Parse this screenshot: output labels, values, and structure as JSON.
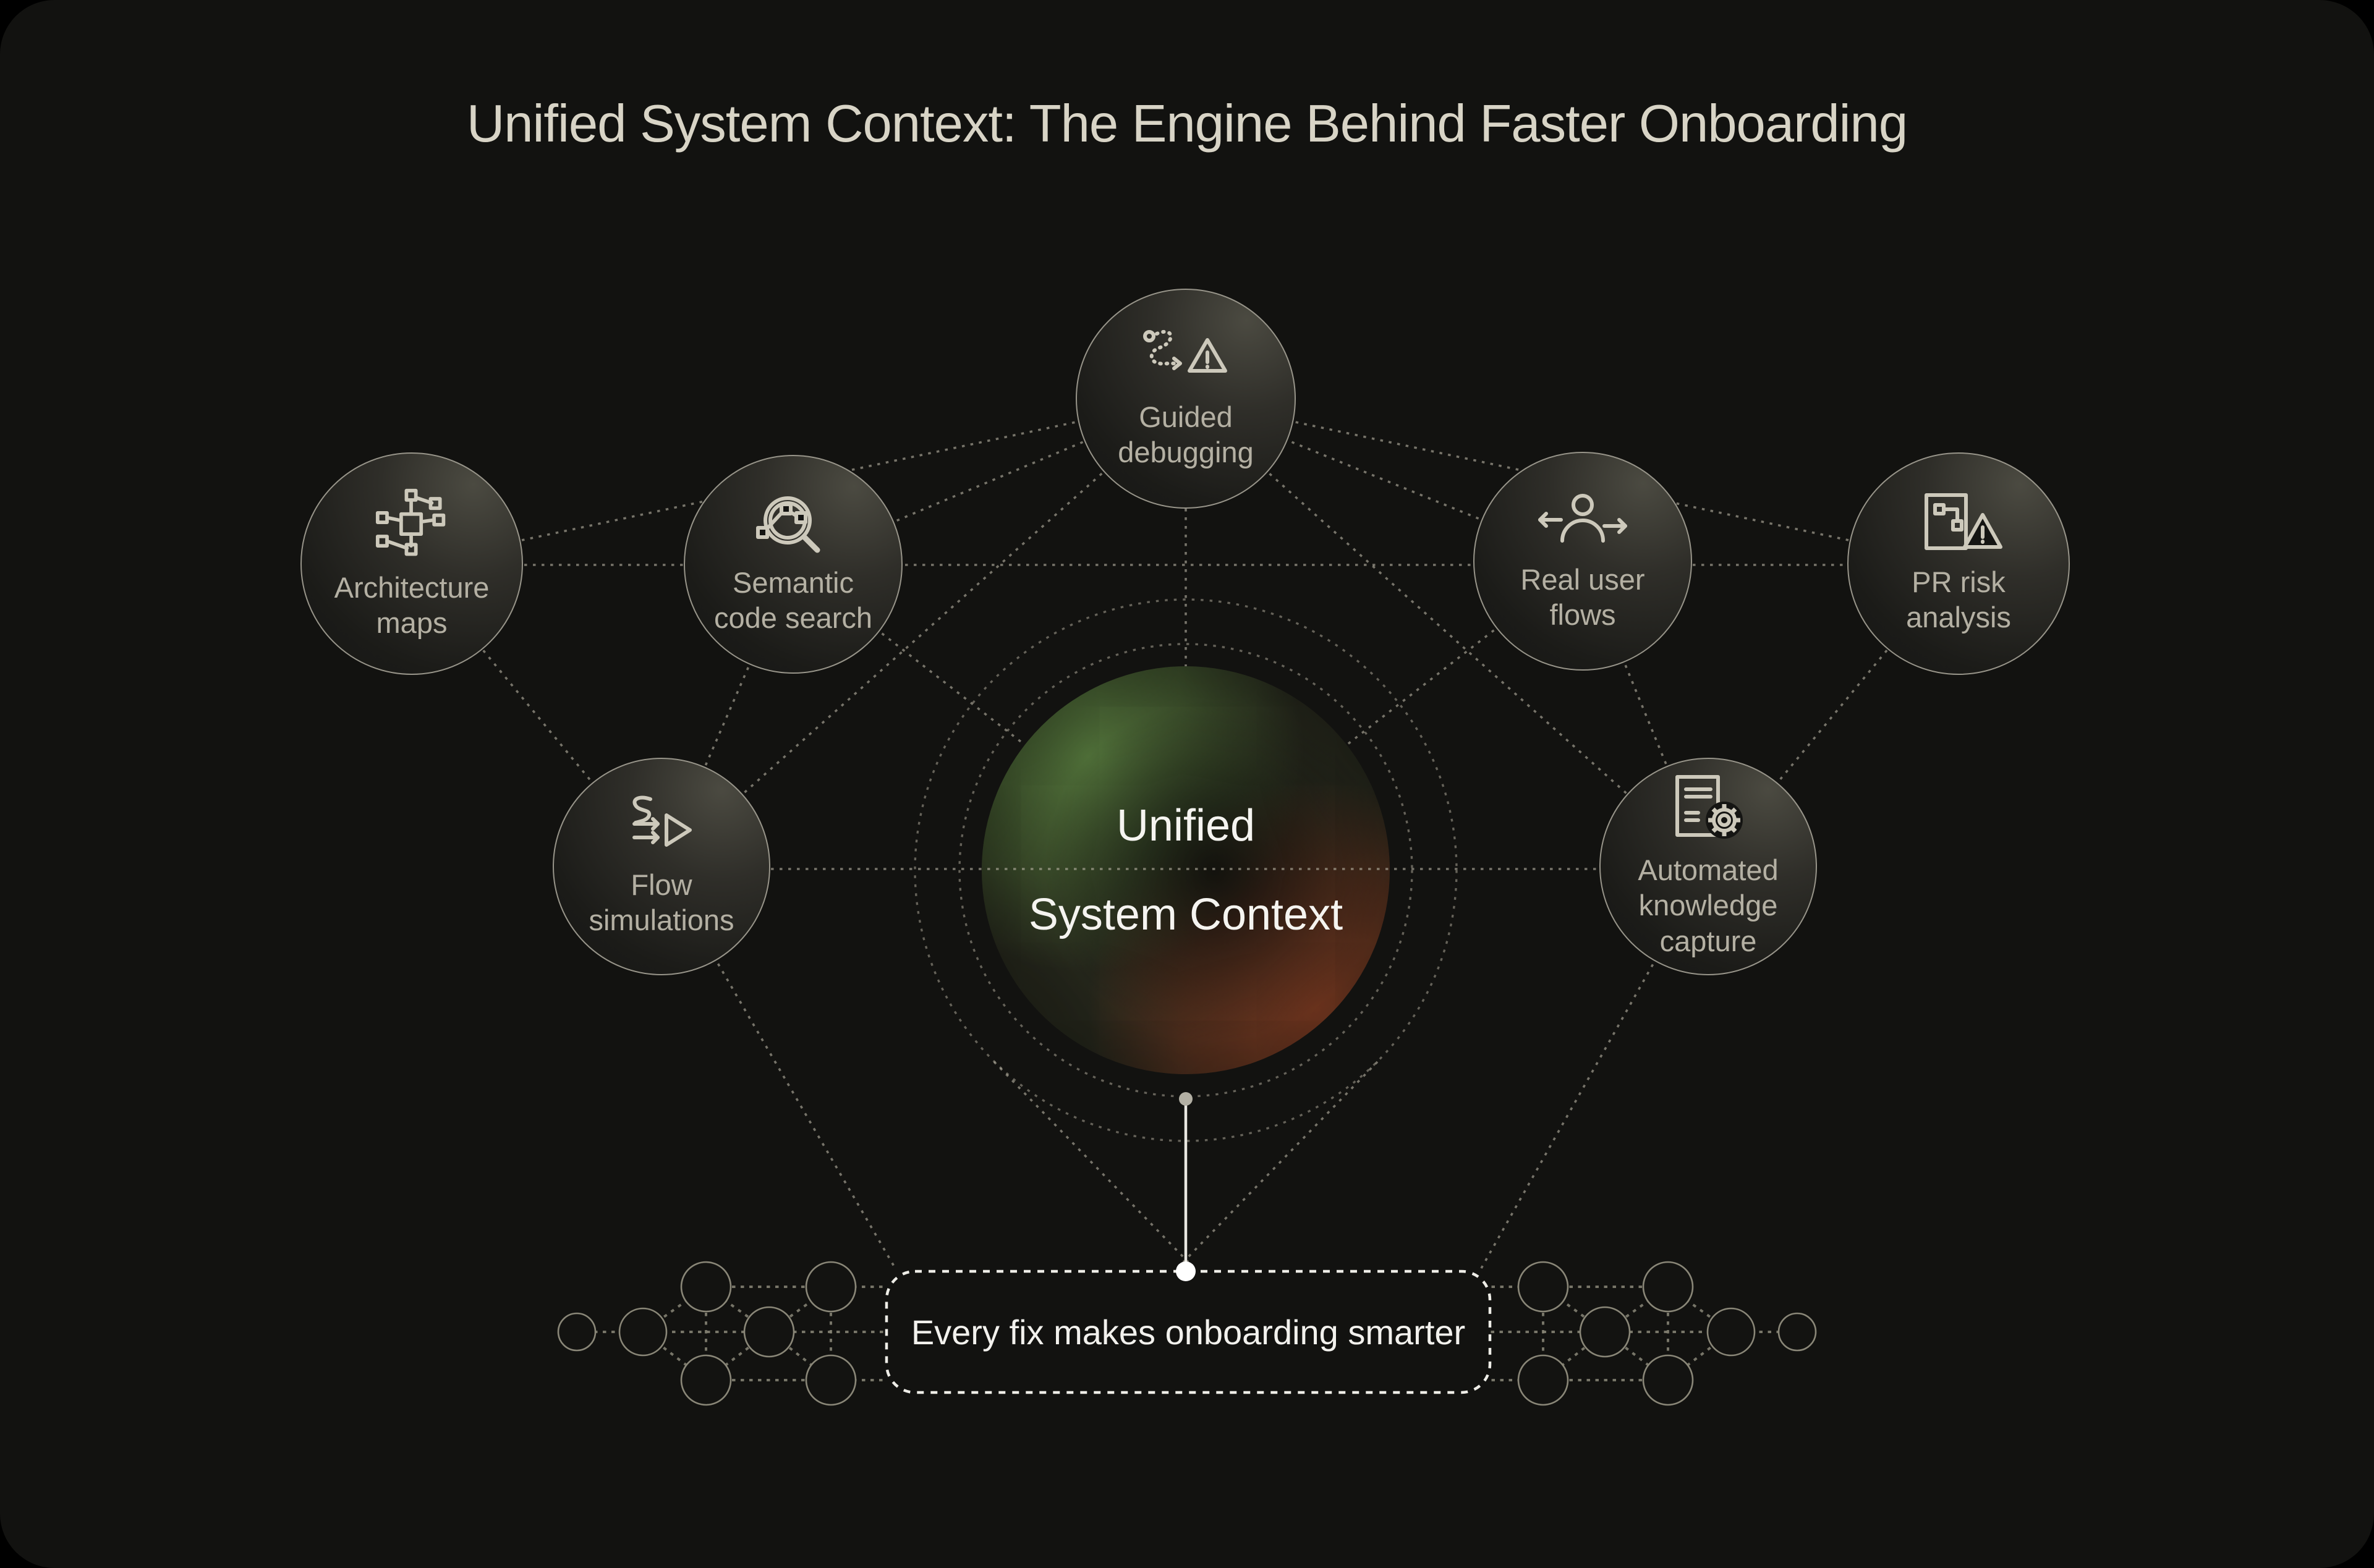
{
  "page": {
    "title": "Unified System Context: The Engine Behind Faster Onboarding"
  },
  "colors": {
    "background": "#000000",
    "card": "#121210",
    "title_text": "#d8d4c6",
    "satellite_border": "#98958a",
    "satellite_label": "#b4b0a3",
    "icon_stroke": "#cdc9bb",
    "dotted_line": "#b7b2a2",
    "center_text": "#f5f4f0",
    "center_gradient_green": "#54763c",
    "center_gradient_red": "#7c3b22",
    "banner_border": "#eeede7",
    "banner_text": "#f2f1ed",
    "connector_line": "#e9e7e1",
    "connector_dot_small": "#b3b0a4",
    "connector_dot_large": "#ffffff"
  },
  "center": {
    "line1": "Unified",
    "line2": "System Context"
  },
  "satellites": [
    {
      "id": "guided-debugging",
      "icon": "route-warning-icon",
      "line1": "Guided",
      "line2": "debugging"
    },
    {
      "id": "architecture-maps",
      "icon": "node-map-icon",
      "line1": "Architecture",
      "line2": "maps"
    },
    {
      "id": "semantic-code-search",
      "icon": "search-nodes-icon",
      "line1": "Semantic",
      "line2": "code search"
    },
    {
      "id": "real-user-flows",
      "icon": "user-arrows-icon",
      "line1": "Real user",
      "line2": "flows"
    },
    {
      "id": "pr-risk-analysis",
      "icon": "document-warning-icon",
      "line1": "PR risk",
      "line2": "analysis"
    },
    {
      "id": "flow-simulations",
      "icon": "flow-play-icon",
      "line1": "Flow",
      "line2": "simulations"
    },
    {
      "id": "automated-knowledge-capture",
      "icon": "document-gear-icon",
      "line1": "Automated",
      "line2": "knowledge",
      "line3": "capture"
    }
  ],
  "banner": {
    "text": "Every fix makes onboarding smarter"
  }
}
